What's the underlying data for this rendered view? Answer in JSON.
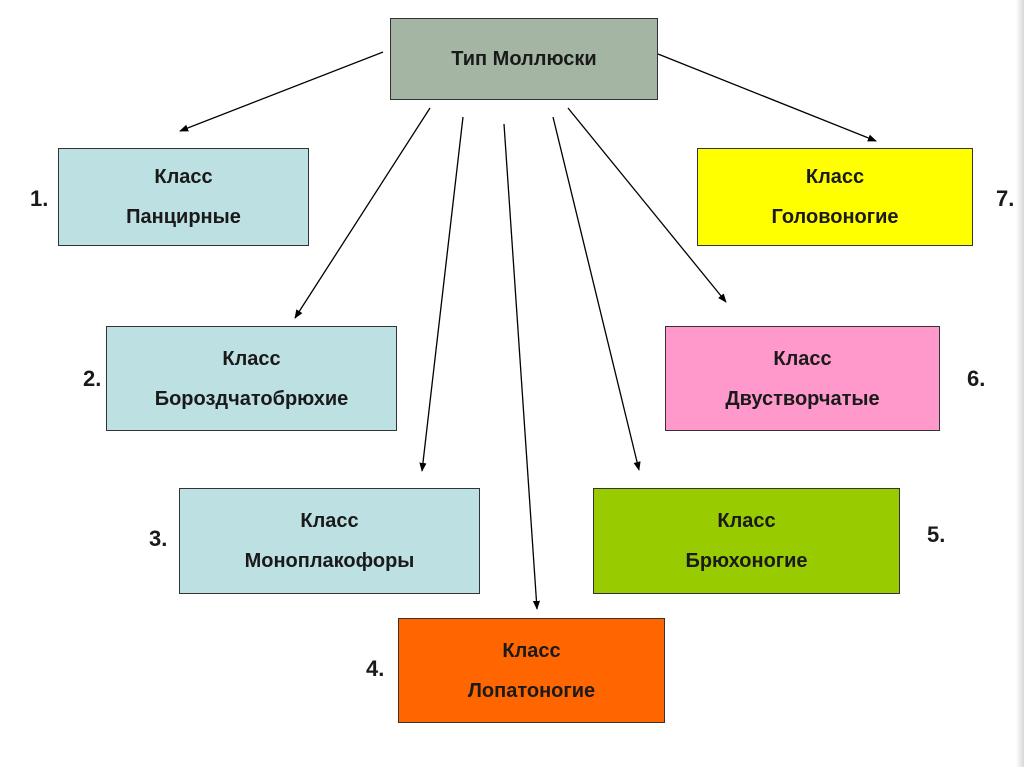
{
  "root": {
    "label": "Тип Моллюски"
  },
  "classes": [
    {
      "number": "1.",
      "line1": "Класс",
      "line2": "Панцирные",
      "color": "#bde0e3"
    },
    {
      "number": "2.",
      "line1": "Класс",
      "line2": "Бороздчатобрюхие",
      "color": "#bde0e3"
    },
    {
      "number": "3.",
      "line1": "Класс",
      "line2": "Моноплакофоры",
      "color": "#bde0e3"
    },
    {
      "number": "4.",
      "line1": "Класс",
      "line2": "Лопатоногие",
      "color": "#ff6600"
    },
    {
      "number": "5.",
      "line1": "Класс",
      "line2": "Брюхоногие",
      "color": "#99cc00"
    },
    {
      "number": "6.",
      "line1": "Класс",
      "line2": "Двустворчатые",
      "color": "#ff99cc"
    },
    {
      "number": "7.",
      "line1": "Класс",
      "line2": "Головоногие",
      "color": "#ffff00"
    }
  ]
}
